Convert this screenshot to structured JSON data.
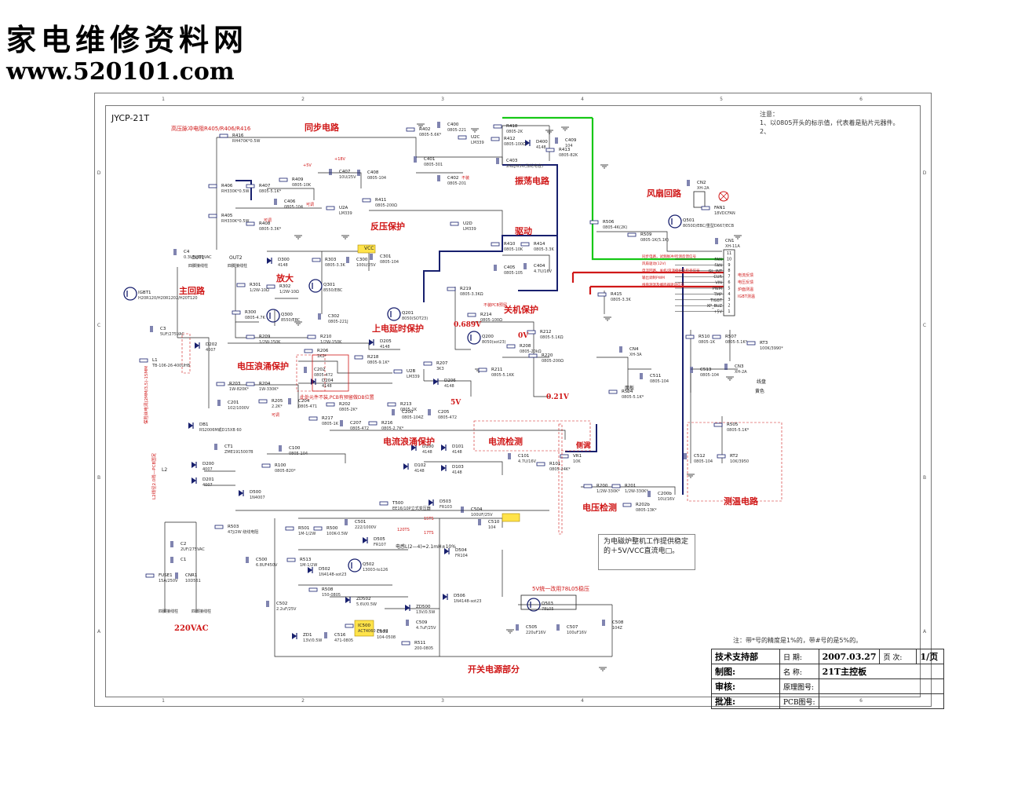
{
  "site": {
    "name_cn": "家电维修资料网",
    "url": "www.520101.com"
  },
  "schematic": {
    "model": "JYCP-21T",
    "zone_numbers": [
      "1",
      "2",
      "3",
      "4",
      "5",
      "6"
    ],
    "zone_letters": [
      "D",
      "C",
      "B",
      "A"
    ],
    "notes": {
      "title": "注意：",
      "line1": "1、以0805开头的标示值，代表着是贴片元器件。",
      "line2": "2、"
    },
    "section_labels": [
      {
        "id": "sync",
        "text": "同步电路"
      },
      {
        "id": "osc",
        "text": "振荡电路"
      },
      {
        "id": "fan",
        "text": "风扇回路"
      },
      {
        "id": "surge_protect",
        "text": "反压保护"
      },
      {
        "id": "drive",
        "text": "驱动"
      },
      {
        "id": "amp",
        "text": "放大"
      },
      {
        "id": "main_loop",
        "text": "主回路"
      },
      {
        "id": "shutdown",
        "text": "关机保护"
      },
      {
        "id": "delay",
        "text": "上电延时保护"
      },
      {
        "id": "vsurge",
        "text": "电压浪涌保护"
      },
      {
        "id": "isurge",
        "text": "电流浪涌保护"
      },
      {
        "id": "idet",
        "text": "电流检测"
      },
      {
        "id": "vdet",
        "text": "电压检测"
      },
      {
        "id": "temp",
        "text": "测温电路"
      },
      {
        "id": "psu",
        "text": "开关电源部分"
      },
      {
        "id": "mains",
        "text": "220VAC"
      },
      {
        "id": "calib",
        "text": "侧调"
      },
      {
        "id": "v0",
        "text": "0V"
      },
      {
        "id": "v0689",
        "text": "0.689V"
      },
      {
        "id": "v021",
        "text": "0.21V"
      },
      {
        "id": "v5",
        "text": "5V"
      }
    ],
    "red_notes": {
      "hv_pulse": "高压脉冲电阻R405/R406/R416",
      "cnote_side": "保险丝电流(2MM/3,5)-15MM",
      "pcb_note": "此处元件不装,PCB有预留做DB位置",
      "l2_note": "L2线径2.0线—PCB固定"
    },
    "components": [
      {
        "ref": "R416",
        "value": "RH470K*0.5W"
      },
      {
        "ref": "R402",
        "value": "0805-5.6K*"
      },
      {
        "ref": "C400",
        "value": "0805-221"
      },
      {
        "ref": "C401",
        "value": "0805-301"
      },
      {
        "ref": "U2C",
        "value": "LM339"
      },
      {
        "ref": "R418",
        "value": "0805-2K"
      },
      {
        "ref": "R412",
        "value": "0805-100Ω"
      },
      {
        "ref": "D400",
        "value": "4148"
      },
      {
        "ref": "C403",
        "value": "2N2J/63V(涤纶电容)"
      },
      {
        "ref": "C409",
        "value": "104"
      },
      {
        "ref": "R413",
        "value": "0805-82K"
      },
      {
        "ref": "C402",
        "value": "0805-201"
      },
      {
        "ref": "R409",
        "value": "0805-10K"
      },
      {
        "ref": "R406",
        "value": "RH330K*0.5W"
      },
      {
        "ref": "R407",
        "value": "0805-5.1K*"
      },
      {
        "ref": "C407",
        "value": "10U/25V"
      },
      {
        "ref": "C408",
        "value": "0805-104"
      },
      {
        "ref": "C406",
        "value": "0805-104"
      },
      {
        "ref": "U2A",
        "value": "LM339"
      },
      {
        "ref": "R411",
        "value": "0805-200Ω"
      },
      {
        "ref": "R405",
        "value": "RH330K*0.5W"
      },
      {
        "ref": "R408",
        "value": "0805-3.3K*"
      },
      {
        "ref": "U2D",
        "value": "LM339"
      },
      {
        "ref": "R410",
        "value": "0805-10K"
      },
      {
        "ref": "R414",
        "value": "0805-3.3K"
      },
      {
        "ref": "C405",
        "value": "0805-105"
      },
      {
        "ref": "C404",
        "value": "4.7U/16V"
      },
      {
        "ref": "CN2",
        "value": "XH-2A"
      },
      {
        "ref": "FAN1",
        "value": "18VDCFAN"
      },
      {
        "ref": "R506",
        "value": "0805-4K(2K)"
      },
      {
        "ref": "R509",
        "value": "0805-1K(5.1K)"
      },
      {
        "ref": "Q501",
        "value": "8050D/EBC/重型D667/ECB"
      },
      {
        "ref": "CN1",
        "value": "XH-11A"
      },
      {
        "ref": "D300",
        "value": "4148"
      },
      {
        "ref": "R303",
        "value": "0805-3.3K"
      },
      {
        "ref": "C300",
        "value": "100U/25V"
      },
      {
        "ref": "C301",
        "value": "0805-104"
      },
      {
        "ref": "Q301",
        "value": "8550/EBC"
      },
      {
        "ref": "IGBT1",
        "value": "H20R120/H20R1202/H20T120"
      },
      {
        "ref": "C4",
        "value": "0.3UF/800VAC"
      },
      {
        "ref": "R301",
        "value": "1/2W-10Ω"
      },
      {
        "ref": "R302",
        "value": "1/2W-10Ω"
      },
      {
        "ref": "R300",
        "value": "0805-4.7K"
      },
      {
        "ref": "Q300",
        "value": "8550/EBC"
      },
      {
        "ref": "C302",
        "value": "0805-221J"
      },
      {
        "ref": "R219",
        "value": "0805-3.3KΩ"
      },
      {
        "ref": "Q201",
        "value": "8050(SOT23)"
      },
      {
        "ref": "R214",
        "value": "0805-100Ω"
      },
      {
        "ref": "R415",
        "value": "0805-3.3K"
      },
      {
        "ref": "C3",
        "value": "5UF/275VAC"
      },
      {
        "ref": "D202",
        "value": "4007"
      },
      {
        "ref": "L1",
        "value": "TB-106-26-400UHB"
      },
      {
        "ref": "R209",
        "value": "1/2W-150K"
      },
      {
        "ref": "R210",
        "value": "1/2W-150K"
      },
      {
        "ref": "D205",
        "value": "4148"
      },
      {
        "ref": "R212",
        "value": "0805-5.1KΩ"
      },
      {
        "ref": "Q200",
        "value": "8050(sot23)"
      },
      {
        "ref": "R208",
        "value": "0805-20kΩ"
      },
      {
        "ref": "R220",
        "value": "0805-200Ω"
      },
      {
        "ref": "R211",
        "value": "0805-5.1KK"
      },
      {
        "ref": "R206",
        "value": "1K2*"
      },
      {
        "ref": "C202",
        "value": "0805-472"
      },
      {
        "ref": "D204",
        "value": "4148"
      },
      {
        "ref": "R218",
        "value": "0805-9.1K*"
      },
      {
        "ref": "R207",
        "value": "3K3"
      },
      {
        "ref": "U2B",
        "value": "LM339"
      },
      {
        "ref": "D206",
        "value": "4148"
      },
      {
        "ref": "R203",
        "value": "1W-820K*"
      },
      {
        "ref": "R204",
        "value": "1W-330K*"
      },
      {
        "ref": "C201",
        "value": "102/1000V"
      },
      {
        "ref": "R205",
        "value": "2.2K*"
      },
      {
        "ref": "C204",
        "value": "0805-471"
      },
      {
        "ref": "R202",
        "value": "0805-2K*"
      },
      {
        "ref": "R213",
        "value": "0805-1K"
      },
      {
        "ref": "C200",
        "value": "0805-104Z"
      },
      {
        "ref": "C205",
        "value": "0805-472"
      },
      {
        "ref": "R217",
        "value": "0805-1K"
      },
      {
        "ref": "C207",
        "value": "0805-472"
      },
      {
        "ref": "R216",
        "value": "0805-2.7K*"
      },
      {
        "ref": "DB1",
        "value": "RS2006M或D15XB 60"
      },
      {
        "ref": "CN4",
        "value": "XH-3A"
      },
      {
        "ref": "R504",
        "value": "0805-5.1K*"
      },
      {
        "ref": "C511",
        "value": "0805-104"
      },
      {
        "ref": "R510",
        "value": "0805-1K"
      },
      {
        "ref": "R507",
        "value": "0805-5.1K*"
      },
      {
        "ref": "RT3",
        "value": "100K/3990*"
      },
      {
        "ref": "CN3",
        "value": "XH-2A"
      },
      {
        "ref": "C513",
        "value": "0805-104"
      },
      {
        "ref": "CT1",
        "value": "ZME1915007B"
      },
      {
        "ref": "C100",
        "value": "0805-104"
      },
      {
        "ref": "R100",
        "value": "0805-820*"
      },
      {
        "ref": "D100",
        "value": "4148"
      },
      {
        "ref": "D101",
        "value": "4148"
      },
      {
        "ref": "D102",
        "value": "4148"
      },
      {
        "ref": "D103",
        "value": "4148"
      },
      {
        "ref": "C101",
        "value": "4.7U/16V"
      },
      {
        "ref": "R101",
        "value": "0805-24K*"
      },
      {
        "ref": "VR1",
        "value": "10K"
      },
      {
        "ref": "R505",
        "value": "0805-5.1K*"
      },
      {
        "ref": "C512",
        "value": "0805-104"
      },
      {
        "ref": "RT2",
        "value": "10K/3950"
      },
      {
        "ref": "D200",
        "value": "4007"
      },
      {
        "ref": "D201",
        "value": "4007"
      },
      {
        "ref": "R200",
        "value": "1/2W-330K*"
      },
      {
        "ref": "R201",
        "value": "1/2W-330K*"
      },
      {
        "ref": "R202b",
        "value": "0805-13K*"
      },
      {
        "ref": "C200b",
        "value": "10U/16V"
      },
      {
        "ref": "D500",
        "value": "1N4007"
      },
      {
        "ref": "R503",
        "value": "47J/2W 绕线电阻"
      },
      {
        "ref": "T500",
        "value": "EE16/10P立式变压器"
      },
      {
        "ref": "D503",
        "value": "FR103"
      },
      {
        "ref": "C504",
        "value": "100UF/25V"
      },
      {
        "ref": "C510",
        "value": "104"
      },
      {
        "ref": "R501",
        "value": "1M-1/2W"
      },
      {
        "ref": "R500",
        "value": "100K-0.5W"
      },
      {
        "ref": "C501",
        "value": "222/1000V"
      },
      {
        "ref": "D505",
        "value": "FR107"
      },
      {
        "ref": "C500",
        "value": "6.8UF450V"
      },
      {
        "ref": "R513",
        "value": "1M-1/2W"
      },
      {
        "ref": "D502",
        "value": "1N4148-sot23"
      },
      {
        "ref": "Q502",
        "value": "13003-to126"
      },
      {
        "ref": "D504",
        "value": "FR104"
      },
      {
        "ref": "R508",
        "value": "150-0805"
      },
      {
        "ref": "ZD502",
        "value": "5.6V/0.5W"
      },
      {
        "ref": "ZD500",
        "value": "13V/0.5W"
      },
      {
        "ref": "D506",
        "value": "1N4148-sot23"
      },
      {
        "ref": "C502",
        "value": "2.2uF/25V"
      },
      {
        "ref": "ZD1",
        "value": "13V/0.5W"
      },
      {
        "ref": "IC500",
        "value": "ACT4060 T0-92"
      },
      {
        "ref": "C516",
        "value": "471-0805"
      },
      {
        "ref": "C503",
        "value": "104-0508"
      },
      {
        "ref": "C509",
        "value": "4.7uF/25V"
      },
      {
        "ref": "R511",
        "value": "200-0805"
      },
      {
        "ref": "Q503",
        "value": "78L05"
      },
      {
        "ref": "C505",
        "value": "220uF16V"
      },
      {
        "ref": "C507",
        "value": "100uF16V"
      },
      {
        "ref": "C508",
        "value": "104Z"
      },
      {
        "ref": "C2",
        "value": "2UF/275VAC"
      },
      {
        "ref": "C1",
        "value": ""
      },
      {
        "ref": "CNR1",
        "value": "10D561"
      },
      {
        "ref": "FUSE1",
        "value": "15A/250V"
      }
    ],
    "connector_pins": [
      "FAN",
      "FAN",
      "GL_INT",
      "CUR",
      "VIN",
      "PWM",
      "TMP",
      "TIGBT",
      "XP_BUZ",
      "+5V"
    ],
    "pin_numbers": [
      "11",
      "10",
      "9",
      "8",
      "7",
      "6",
      "5",
      "4",
      "3",
      "2",
      "1"
    ],
    "signal_notes": [
      {
        "text": "同步电路，试频脉冲/检测反馈信号",
        "color": "#d01818"
      },
      {
        "text": "风扇驱动(12V)",
        "color": "#d01818"
      },
      {
        "text": "电流回路、关机/浪涌保护及检查信号",
        "color": "#d01818"
      },
      {
        "text": "输出调制PWM",
        "color": "#d01818"
      },
      {
        "text": "线盘测温及蜂鸣器驱动信号",
        "color": "#d01818"
      }
    ],
    "right_connector_notes": [
      "电流反馈",
      "电压反馈",
      "炉面测温",
      "IGBT测温"
    ],
    "misc": {
      "panel": "面板",
      "coil": "线盘",
      "yellow": "黄色",
      "vcc": "VCC",
      "plus18": "+18V",
      "plus5": "+5V",
      "unit_note": "5V统一改用78L05稳压",
      "out1": "OUT1",
      "out1_desc": "四脚接线柱",
      "out2": "OUT2",
      "out2_desc": "四脚接线柱",
      "l_desc": "四脚接线柱",
      "n_desc": "四脚接线柱",
      "inductance": "电感L(2—4)=2.1mH±10%",
      "winding1": "120TS",
      "winding2": "15TS",
      "winding3": "17TS",
      "adj1": "可调",
      "adj2": "可调",
      "adj3": "可调",
      "noinst": "不装",
      "noinst_pcb": "不装PCB预留",
      "l2": "L2"
    },
    "description_box": "为电磁炉整机工作提供稳定的＋5V/VCC直流电□。",
    "footnote": "注：带*号的精度是1%的，带#号的是5%的。",
    "title_block": {
      "dept": "技术支持部",
      "date_label": "日  期:",
      "date": "2007.03.27",
      "page_label": "页  次:",
      "page": "1/页",
      "made_label": "制图:",
      "name_label": "名  称:",
      "name": "21T主控板",
      "review_label": "审核:",
      "orig_label": "原理图号:",
      "approve_label": "批准:",
      "pcb_label": "PCB图号:"
    }
  }
}
